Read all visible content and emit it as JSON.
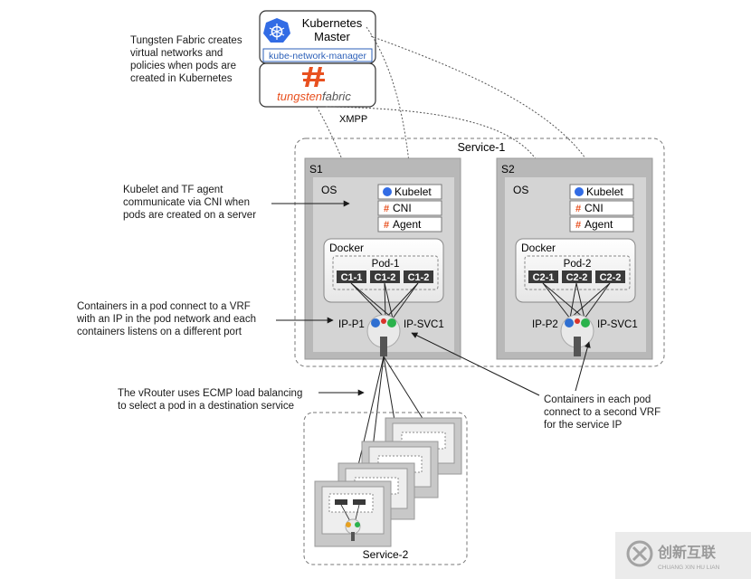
{
  "master": {
    "title_line1": "Kubernetes",
    "title_line2": "Master",
    "network_manager": "kube-network-manager",
    "tf_logo_word1": "tungsten",
    "tf_logo_word2": "fabric"
  },
  "xmpp_label": "XMPP",
  "service1": {
    "label": "Service-1",
    "servers": [
      {
        "name": "S1",
        "os": "OS",
        "kubelet": "Kubelet",
        "cni": "CNI",
        "agent": "Agent",
        "docker": "Docker",
        "pod": "Pod-1",
        "containers": [
          "C1-1",
          "C1-2",
          "C1-2"
        ],
        "ip_pod": "IP-P1",
        "ip_svc": "IP-SVC1"
      },
      {
        "name": "S2",
        "os": "OS",
        "kubelet": "Kubelet",
        "cni": "CNI",
        "agent": "Agent",
        "docker": "Docker",
        "pod": "Pod-2",
        "containers": [
          "C2-1",
          "C2-2",
          "C2-2"
        ],
        "ip_pod": "IP-P2",
        "ip_svc": "IP-SVC1"
      }
    ]
  },
  "service2": {
    "label": "Service-2"
  },
  "annotations": {
    "tf": [
      "Tungsten Fabric creates",
      "virtual networks and",
      "policies when pods are",
      "created in Kubernetes"
    ],
    "kubelet": [
      "Kubelet and TF agent",
      "communicate via CNI when",
      "pods are created on a server"
    ],
    "containers": [
      "Containers in a pod connect to a VRF",
      "with an IP in the pod network and each",
      "containers listens on a different port"
    ],
    "vrouter": [
      "The vRouter uses ECMP load balancing",
      "to select a pod in a destination service"
    ],
    "second_vrf": [
      "Containers in each pod",
      "connect to a second VRF",
      "for the service IP"
    ]
  },
  "watermark": {
    "brand": "创新互联",
    "sub": "CHUANG XIN HU LIAN"
  },
  "colors": {
    "kube_blue": "#326ce5",
    "tf_orange": "#e8501f",
    "vrf_blue": "#2f6fd1",
    "vrf_green": "#2bb24c",
    "vrf_red": "#d9342b",
    "chip_dark": "#3a3a3a"
  }
}
